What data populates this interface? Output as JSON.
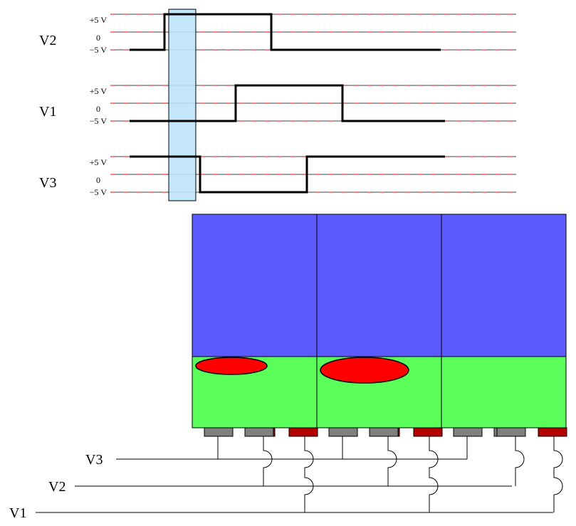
{
  "waveforms": [
    {
      "name": "V2",
      "levels": [
        "-5",
        "+5",
        "-5"
      ]
    },
    {
      "name": "V1",
      "levels": [
        "-5",
        "+5",
        "-5"
      ]
    },
    {
      "name": "V3",
      "levels": [
        "+5",
        "-5",
        "+5"
      ]
    }
  ],
  "axis_labels": {
    "high": "+5 V",
    "zero": "0",
    "low": "−5 V"
  },
  "bus_labels": {
    "v3": "V3",
    "v2": "V2",
    "v1": "V1"
  },
  "colors": {
    "highlight": "#bde3fb",
    "blue_region": "#5a5aff",
    "green_region": "#5aff5a",
    "charge": "#ff0000",
    "electrode_off": "#808080",
    "electrode_on": "#b40000",
    "grid_red": "#ff0000"
  }
}
